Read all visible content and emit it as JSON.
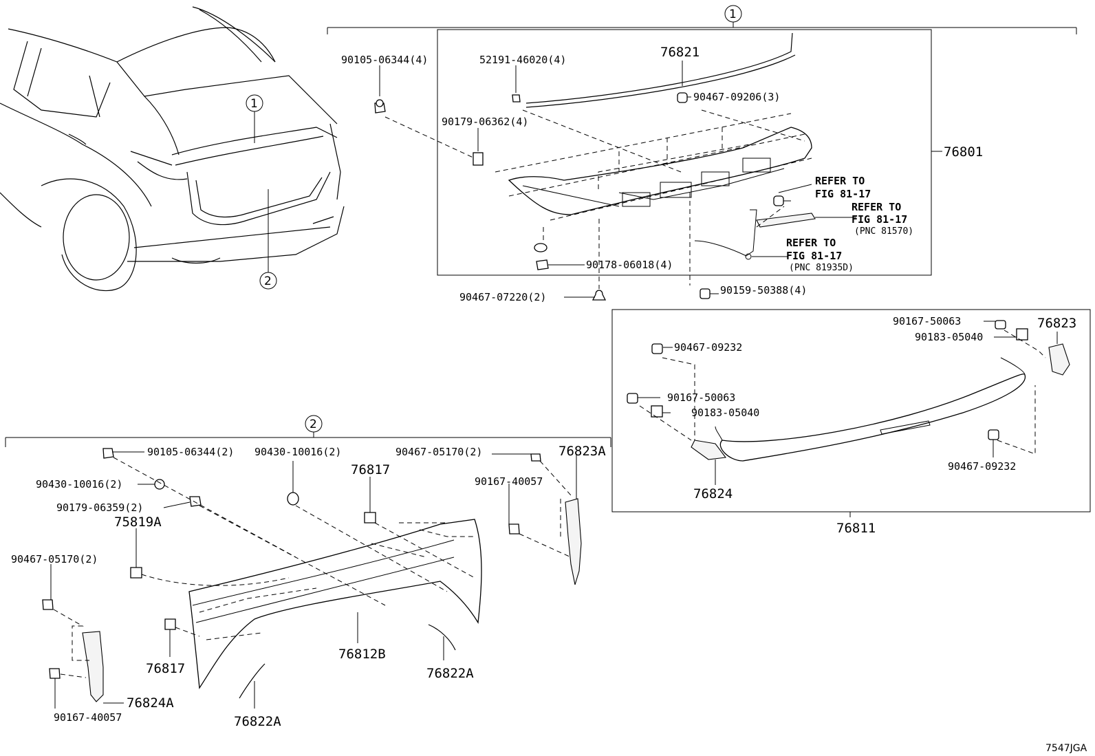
{
  "group_markers": {
    "group1": "1",
    "group2": "2"
  },
  "refer_to": {
    "ref1_line1": "REFER TO",
    "ref1_line2": "FIG 81-17",
    "ref2_line1": "REFER TO",
    "ref2_line2": "FIG 81-17",
    "ref2_pnc": "(PNC 81570)",
    "ref3_line1": "REFER TO",
    "ref3_line2": "FIG 81-17",
    "ref3_pnc": "(PNC 81935D)"
  },
  "labels": {
    "p90105_06344_4": "90105-06344(4)",
    "p52191_46020_4": "52191-46020(4)",
    "p76821": "76821",
    "p90467_09206_3": "90467-09206(3)",
    "p90179_06362_4": "90179-06362(4)",
    "p76801": "76801",
    "p90178_06018_4": "90178-06018(4)",
    "p90467_07220_2": "90467-07220(2)",
    "p90159_50388_4": "90159-50388(4)",
    "p90167_50063_a": "90167-50063",
    "p76823": "76823",
    "p90183_05040_a": "90183-05040",
    "p90467_09232_a": "90467-09232",
    "p90167_50063_b": "90167-50063",
    "p90183_05040_b": "90183-05040",
    "p90467_09232_b": "90467-09232",
    "p76824": "76824",
    "p76811": "76811",
    "p90105_06344_2": "90105-06344(2)",
    "p90430_10016_2a": "90430-10016(2)",
    "p90430_10016_2b": "90430-10016(2)",
    "p90467_05170_2a": "90467-05170(2)",
    "p76823A": "76823A",
    "p76817_a": "76817",
    "p90179_06359_2": "90179-06359(2)",
    "p75819A": "75819A",
    "p90167_40057_a": "90167-40057",
    "p90467_05170_2b": "90467-05170(2)",
    "p76817_b": "76817",
    "p76812B": "76812B",
    "p76822A_a": "76822A",
    "p76824A": "76824A",
    "p90167_40057_b": "90167-40057",
    "p76822A_b": "76822A"
  },
  "diagram_code": "7547JGA"
}
